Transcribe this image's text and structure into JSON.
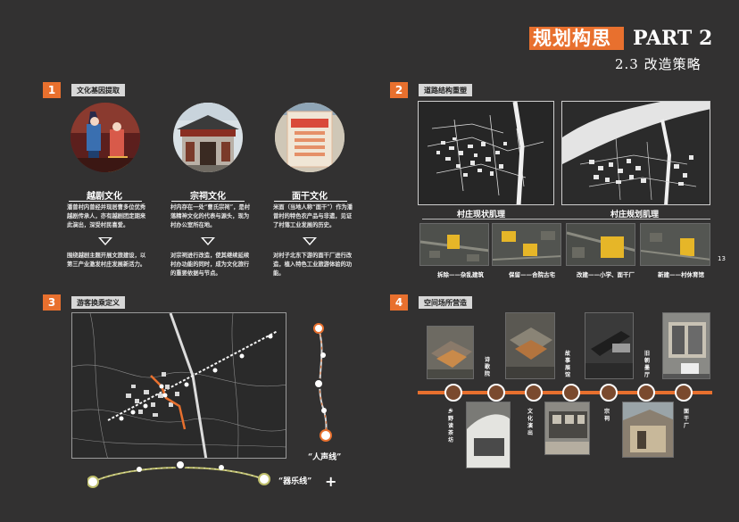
{
  "header": {
    "title_zh": "规划构思",
    "title_en": "PART 2",
    "subtitle": "2.3  改造策略"
  },
  "sections": [
    {
      "num": "1",
      "label": "文化基因提取"
    },
    {
      "num": "2",
      "label": "道路结构重塑"
    },
    {
      "num": "3",
      "label": "游客换乘定义"
    },
    {
      "num": "4",
      "label": "空间场所营造"
    }
  ],
  "culture": [
    {
      "title": "越剧文化",
      "desc": "潘曾村内曾经并现居曹多位优秀越剧传承人，亦有越剧团定期来此演出，深受村民喜爱。",
      "strategy": "围绕越剧主题开展文旅建设，以第三产业激发村庄发展新活力。"
    },
    {
      "title": "宗祠文化",
      "desc": "村内存在一处“曹氏宗祠”，是村落精神文化的代表与源头，现为村办公室所在地。",
      "strategy": "对宗祠进行改造，使其继续延续村办功能的同时，成为文化旅行的重要依据与节点。"
    },
    {
      "title": "面干文化",
      "desc": "米面（当地人称“面干”）作为潘曾村的特色农产品与非遗，见证了村落工业发展的历史。",
      "strategy": "对村子北东下游的面干厂进行改造，植入特色工业旅游体验的功能。"
    }
  ],
  "texture": {
    "current_label": "村庄现状肌理",
    "plan_label": "村庄规划肌理",
    "page_number": "13",
    "strategies": [
      "拆除——杂乱建筑",
      "保留——合院古宅",
      "改建——小学、面干厂",
      "新建——村休育馆"
    ]
  },
  "routes": {
    "voice_line": "“人声线”",
    "music_line": "“器乐线”",
    "plus_sign": "+"
  },
  "spaces": {
    "top_labels": [
      "诗歌院",
      "故事展馆",
      "旧朝墨厅"
    ],
    "bottom_labels": [
      "乡野读茶坊",
      "文化演出",
      "宗祠",
      "面干厂"
    ]
  },
  "colors": {
    "accent": "#e8702e",
    "background": "#323131",
    "label_bg": "#d7d7d7"
  }
}
